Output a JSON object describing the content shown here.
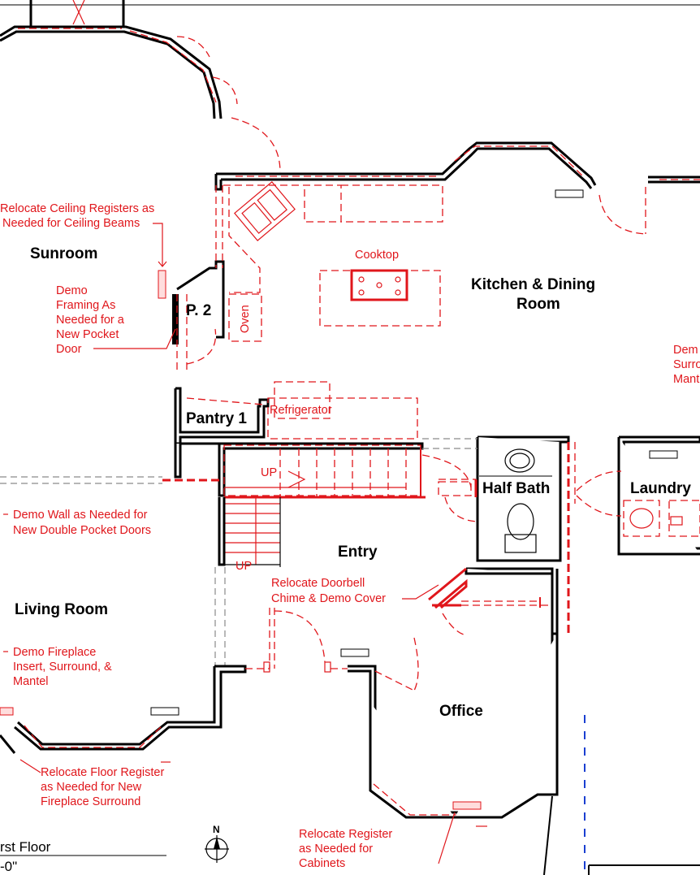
{
  "rooms": {
    "sunroom": "Sunroom",
    "kitchen_line1": "Kitchen & Dining",
    "kitchen_line2": "Room",
    "pantry1": "Pantry 1",
    "pantry2": "P. 2",
    "half_bath": "Half Bath",
    "laundry": "Laundry",
    "entry": "Entry",
    "living_room": "Living Room",
    "office": "Office"
  },
  "fixtures": {
    "cooktop": "Cooktop",
    "oven": "Oven",
    "refrigerator": "Refrigerator",
    "stair_up_1": "UP",
    "stair_up_2": "UP"
  },
  "notes": {
    "ceiling_registers": [
      "Relocate Ceiling Registers as",
      "Needed for Ceiling Beams"
    ],
    "demo_framing": [
      "Demo",
      "Framing As",
      "Needed for a",
      "New Pocket",
      "Door"
    ],
    "demo_wall": [
      "Demo Wall as Needed for",
      "New Double Pocket Doors"
    ],
    "doorbell": [
      "Relocate Doorbell",
      "Chime & Demo Cover"
    ],
    "fireplace": [
      "Demo Fireplace",
      "Insert, Surround, &",
      "Mantel"
    ],
    "floor_register": [
      "Relocate Floor Register",
      "as Needed for New",
      "Fireplace Surround"
    ],
    "register_cabinets": [
      "Relocate Register",
      "as Needed for",
      "Cabinets"
    ],
    "right_edge_cut": [
      "Dem",
      "Surro",
      "Mant"
    ]
  },
  "title_block": {
    "floor": "rst Floor",
    "scale": "-0\""
  },
  "north_arrow": "N",
  "colors": {
    "existing_wall": "#000000",
    "demo_new": "#e0161b",
    "hidden": "#1a3fd1"
  }
}
